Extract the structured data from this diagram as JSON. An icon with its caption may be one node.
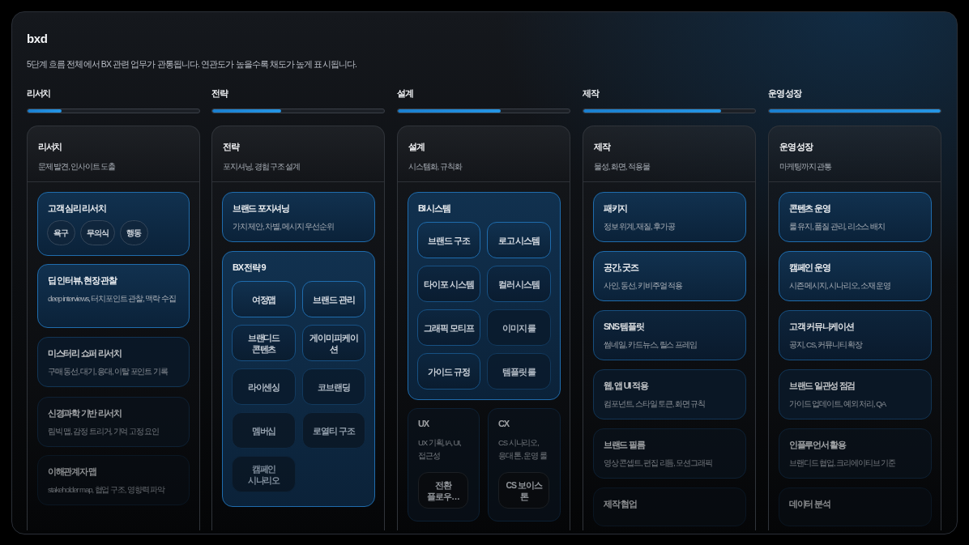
{
  "diagram": {
    "title": "bxd",
    "nodes": [
      {
        "text": [
          "리서치",
          "문제 발견, 인사이트 도출"
        ]
      },
      {
        "text": [
          "고객 심리 리서치"
        ],
        "in": 0
      },
      {
        "text": [
          "욕구"
        ],
        "in": 1
      },
      {
        "text": [
          "무의식"
        ],
        "in": 1
      },
      {
        "text": [
          "행동"
        ],
        "in": 1
      },
      {
        "text": [
          "딥 인터뷰, 현장 관찰",
          "deep interviews, 터치포인트 관찰, 맥락 수집"
        ],
        "in": 0
      },
      {
        "text": [
          "미스터리 쇼퍼 리서치",
          "구매 동선, 대기, 응대, 이탈 포인트 기록"
        ],
        "in": 0
      },
      {
        "text": [
          "신경과학 기반 리서치",
          "림빅 맵, 감정 트리거, 기억 고정 요인"
        ],
        "in": 0
      },
      {
        "text": [
          "이해관계자 맵",
          "stakeholder map, 협업 구조, 영향력 파악"
        ],
        "in": 0
      },
      {
        "text": [
          "전략",
          "포지셔닝, 경험 구조 설계"
        ]
      },
      {
        "text": [
          "브랜드 포지셔닝",
          "가치 제안, 차별, 메시지 우선순위"
        ],
        "in": 9
      },
      {
        "text": [
          "BX 전략 9"
        ],
        "in": 9
      },
      {
        "text": [
          "여정맵"
        ],
        "in": 11
      },
      {
        "text": [
          "브랜드 관리"
        ],
        "in": 11
      },
      {
        "text": [
          "브랜디드 콘텐츠"
        ],
        "in": 11
      },
      {
        "text": [
          "게이미피케이션"
        ],
        "in": 11
      },
      {
        "text": [
          "라이센싱"
        ],
        "in": 11
      },
      {
        "text": [
          "코브랜딩"
        ],
        "in": 11
      },
      {
        "text": [
          "멤버십"
        ],
        "in": 11
      },
      {
        "text": [
          "로열티 구조"
        ],
        "in": 11
      },
      {
        "text": [
          "캠페인 시나리오"
        ],
        "in": 11
      },
      {
        "text": [
          "설계",
          "시스템화, 규칙화"
        ]
      },
      {
        "text": [
          "BI 시스템"
        ],
        "in": 21
      },
      {
        "text": [
          "브랜드 구조"
        ],
        "in": 22
      },
      {
        "text": [
          "로고 시스템"
        ],
        "in": 22
      },
      {
        "text": [
          "타이포 시스템"
        ],
        "in": 22
      },
      {
        "text": [
          "컬러 시스템"
        ],
        "in": 22
      },
      {
        "text": [
          "그래픽 모티프"
        ],
        "in": 22
      },
      {
        "text": [
          "이미지 룰"
        ],
        "in": 22
      },
      {
        "text": [
          "가이드 규정"
        ],
        "in": 22
      },
      {
        "text": [
          "템플릿 룰"
        ],
        "in": 22
      },
      {
        "text": [
          "UX",
          "UX 기획, IA, UI, 접근성"
        ],
        "in": 21
      },
      {
        "text": [
          "전환 플로우…"
        ],
        "in": 31
      },
      {
        "text": [
          "CX",
          "CS 시나리오, 응대 톤, 운영 룰"
        ],
        "in": 21
      },
      {
        "text": [
          "CS 보이스 톤"
        ],
        "in": 33
      },
      {
        "text": [
          "제작",
          "물성, 화면, 적용물"
        ]
      },
      {
        "text": [
          "패키지",
          "정보 위계, 재질, 후가공"
        ],
        "in": 35
      },
      {
        "text": [
          "공간, 굿즈",
          "사인, 동선, 키비주얼 적용"
        ],
        "in": 35
      },
      {
        "text": [
          "SNS 템플릿",
          "썸네일, 카드뉴스, 릴스 프레임"
        ],
        "in": 35
      },
      {
        "text": [
          "웹, 앱 UI 적용",
          "컴포넌트, 스타일 토큰, 화면 규칙"
        ],
        "in": 35
      },
      {
        "text": [
          "브랜드 필름",
          "영상 콘셉트, 편집 리듬, 모션그래픽"
        ],
        "in": 35
      },
      {
        "text": [
          "제작 협업"
        ],
        "in": 35
      },
      {
        "text": [
          "운영 성장",
          "마케팅까지 관통"
        ]
      },
      {
        "text": [
          "콘텐츠 운영",
          "룰 유지, 품질 관리, 리소스 배치"
        ],
        "in": 42
      },
      {
        "text": [
          "캠페인 운영",
          "시즌 메시지, 시나리오, 소재 운영"
        ],
        "in": 42
      },
      {
        "text": [
          "고객 커뮤니케이션",
          "공지, CS, 커뮤니티 확장"
        ],
        "in": 42
      },
      {
        "text": [
          "브랜드 일관성 점검",
          "가이드 업데이트, 예외 처리, QA"
        ],
        "in": 42
      },
      {
        "text": [
          "인플루언서 활용",
          "브랜디드 협업, 크리에이티브 기준"
        ],
        "in": 42
      },
      {
        "text": [
          "데이터 분석"
        ],
        "in": 42
      }
    ],
    "labels": [
      "5단계 흐름 전체에서 BX 관련 업무가 관통됩니다. 연관도가 높을수록 채도가 높게 표시됩니다.",
      "리서치",
      "전략",
      "설계",
      "제작",
      "운영 성장"
    ]
  }
}
